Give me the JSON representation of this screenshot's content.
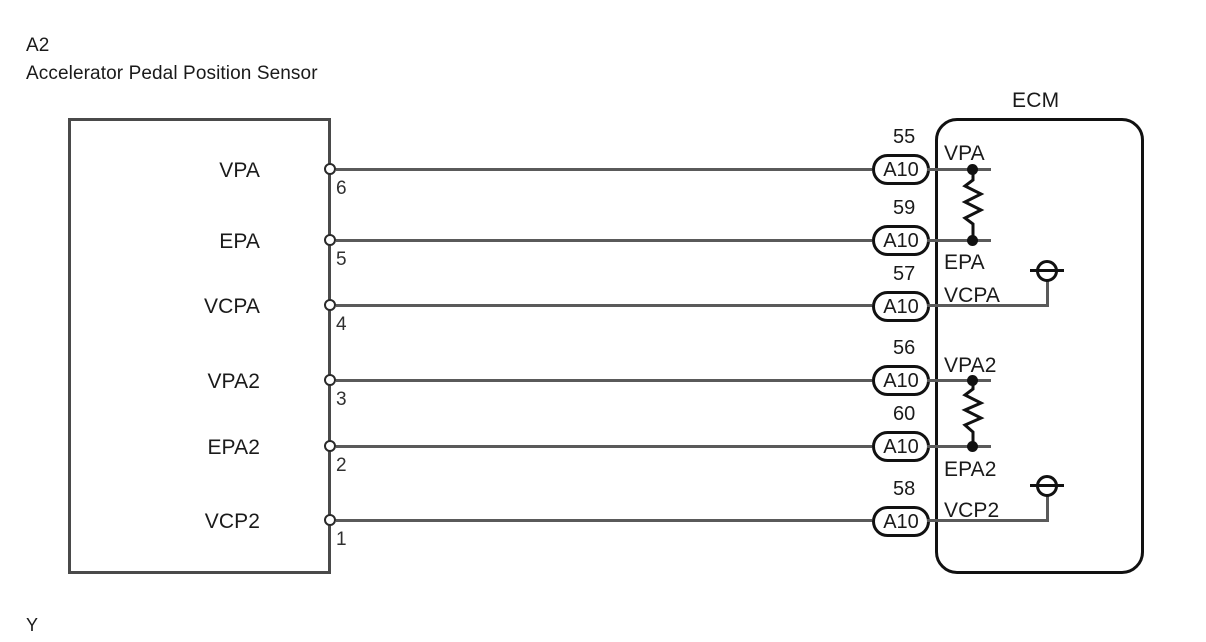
{
  "diagram": {
    "component_code": "A2",
    "component_name": "Accelerator Pedal Position Sensor",
    "ecm_label": "ECM",
    "wire_color_code": "Y"
  },
  "sensor_pins": [
    {
      "label": "VPA",
      "number": "6"
    },
    {
      "label": "EPA",
      "number": "5"
    },
    {
      "label": "VCPA",
      "number": "4"
    },
    {
      "label": "VPA2",
      "number": "3"
    },
    {
      "label": "EPA2",
      "number": "2"
    },
    {
      "label": "VCP2",
      "number": "1"
    }
  ],
  "connectors": [
    {
      "terminal": "55",
      "name": "A10"
    },
    {
      "terminal": "59",
      "name": "A10"
    },
    {
      "terminal": "57",
      "name": "A10"
    },
    {
      "terminal": "56",
      "name": "A10"
    },
    {
      "terminal": "60",
      "name": "A10"
    },
    {
      "terminal": "58",
      "name": "A10"
    }
  ],
  "ecm_signals": [
    {
      "label": "VPA"
    },
    {
      "label": "EPA"
    },
    {
      "label": "VCPA"
    },
    {
      "label": "VPA2"
    },
    {
      "label": "EPA2"
    },
    {
      "label": "VCP2"
    }
  ],
  "symbols": {
    "resistor_upper": "resistor-vpa-epa",
    "resistor_lower": "resistor-vpa2-epa2",
    "supply_upper": "supply-vcpa",
    "supply_lower": "supply-vcp2"
  },
  "colors": {
    "line": "#5a5a5a",
    "line_dark": "#222222",
    "text": "#1a1a1a",
    "background": "#ffffff"
  }
}
